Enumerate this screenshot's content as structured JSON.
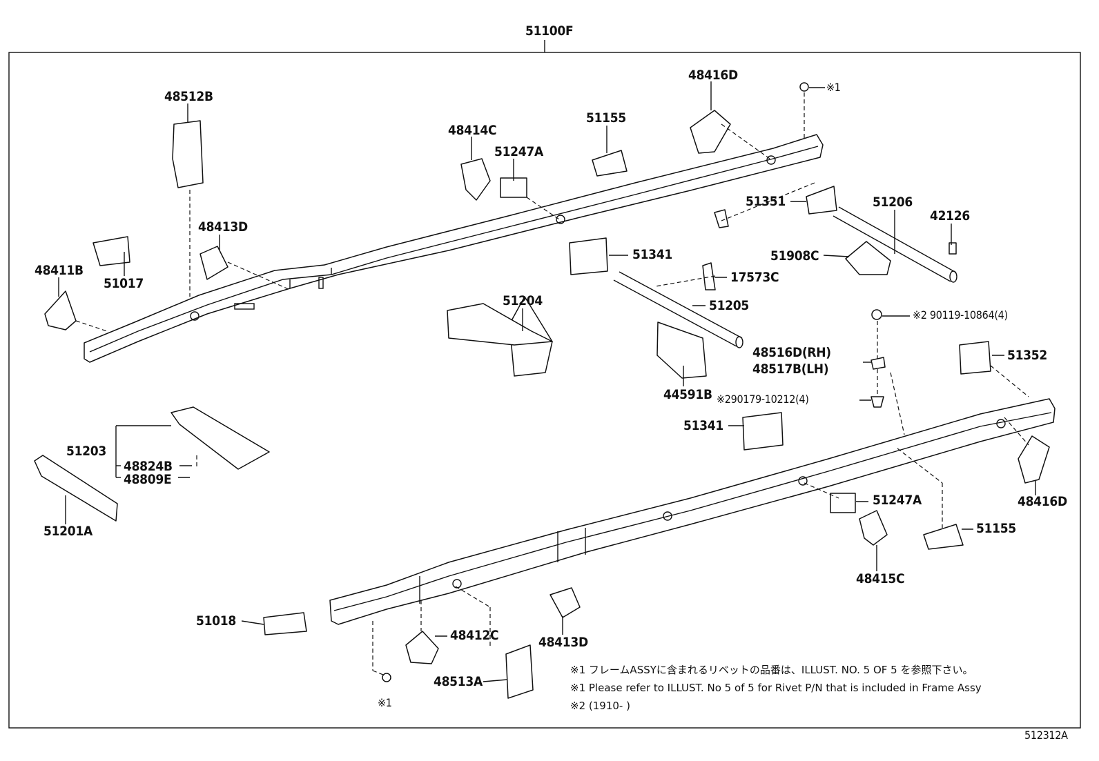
{
  "diagram": {
    "assembly_code": "51100F",
    "illustration_code": "512312A",
    "labels": {
      "48512B": "48512B",
      "48416D_top": "48416D",
      "rivet1_top": "※1",
      "48414C": "48414C",
      "51155_top": "51155",
      "51247A_top": "51247A",
      "51351": "51351",
      "51206": "51206",
      "42126": "42126",
      "48413D_top": "48413D",
      "51017": "51017",
      "48411B": "48411B",
      "51341_top": "51341",
      "51908C": "51908C",
      "17573C": "17573C",
      "51204": "51204",
      "51205": "51205",
      "bolt_ref": "※2 90119-10864(4)",
      "48516D": "48516D(RH)",
      "48517B": "48517B(LH)",
      "51352": "51352",
      "44591B": "44591B",
      "nut_ref": "※290179-10212(4)",
      "51341_mid": "51341",
      "51203": "51203",
      "48824B": "48824B",
      "48809E": "48809E",
      "51201A": "51201A",
      "48416D_right": "48416D",
      "51247A_right": "51247A",
      "51155_right": "51155",
      "48415C": "48415C",
      "51018": "51018",
      "48412C": "48412C",
      "48413D_bottom": "48413D",
      "48513A": "48513A",
      "rivet1_bottom": "※1"
    },
    "notes": [
      "※1 フレームASSYに含まれるリベットの品番は、ILLUST. NO. 5 OF 5 を参照下さい。",
      "※1 Please refer to ILLUST. No 5 of 5 for Rivet P/N that is included in Frame Assy",
      "※2 (1910-      )"
    ]
  }
}
